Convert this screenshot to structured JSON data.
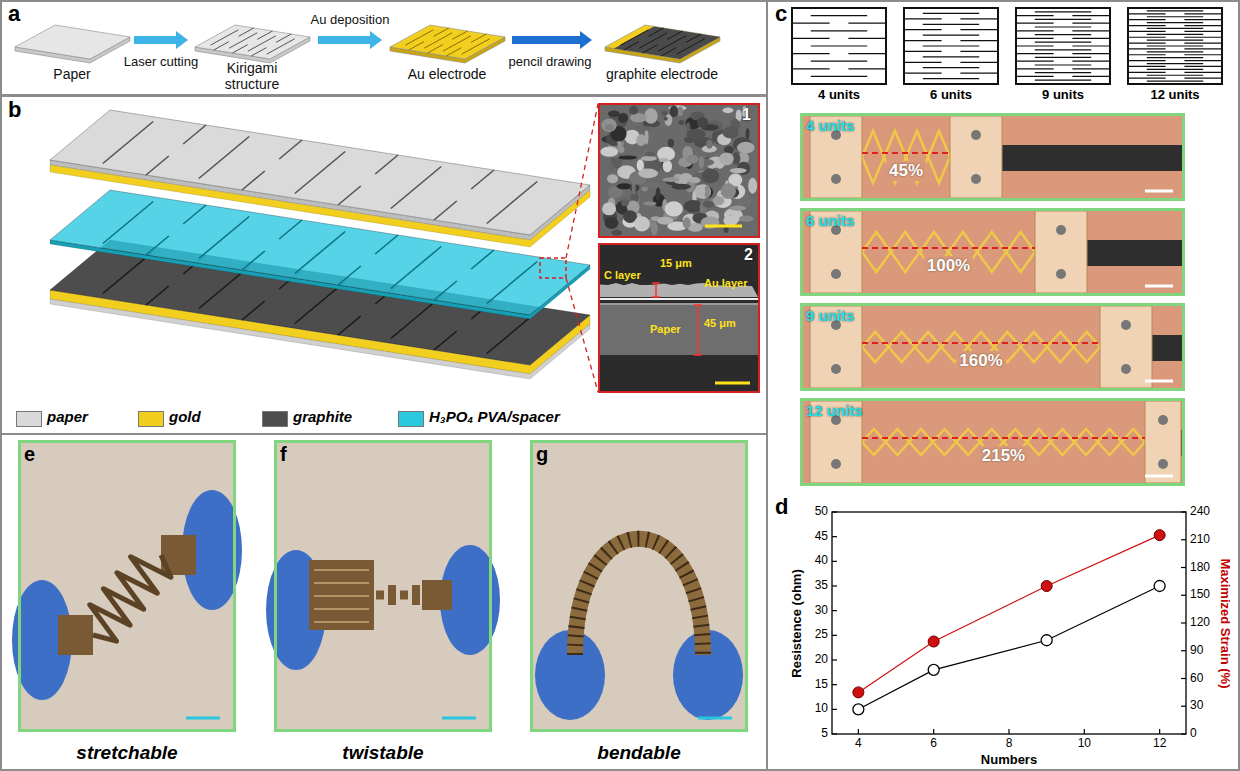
{
  "diagram": {
    "nodes": [
      {
        "text": [
          "a"
        ]
      },
      {
        "text": [
          "b"
        ]
      },
      {
        "text": [
          "1"
        ],
        "in": 1
      },
      {
        "text": [
          "2",
          "C layer",
          "15 μm",
          "Au layer",
          "Paper",
          "45 μm"
        ],
        "in": 1
      },
      {
        "text": [
          "c",
          "d"
        ]
      },
      {
        "text": [
          "4 units",
          "45%"
        ],
        "in": 4
      },
      {
        "text": [
          "6 units",
          "100%"
        ],
        "in": 4
      },
      {
        "text": [
          "9 units",
          "160%"
        ],
        "in": 4
      },
      {
        "text": [
          "12 units",
          "215%"
        ],
        "in": 4
      },
      {
        "text": [
          "e",
          "stretchable"
        ]
      },
      {
        "text": [
          "f",
          "twistable"
        ]
      },
      {
        "text": [
          "g",
          "bendable"
        ]
      }
    ],
    "labels": [
      "Paper",
      "Laser cutting",
      "Kirigami structure",
      "Au deposition",
      "Au electrode",
      "pencil drawing",
      "graphite electrode",
      "4 units",
      "6 units",
      "9 units",
      "12 units",
      "Resistence (ohm)",
      "Maximized Strain (%)",
      "Numbers",
      "5",
      "10",
      "15",
      "20",
      "25",
      "30",
      "35",
      "40",
      "45",
      "50",
      "0",
      "30",
      "60",
      "90",
      "120",
      "150",
      "180",
      "210",
      "240",
      "4",
      "6",
      "8",
      "10",
      "12"
    ],
    "legend": [
      {
        "text": "paper",
        "color": "#d9d9d9"
      },
      {
        "text": "gold",
        "color": "#f2cf1f"
      },
      {
        "text": "graphite",
        "color": "#4d4d4d"
      },
      {
        "text": "H₃PO₄ PVA/spacer",
        "color": "#2cc8e0"
      }
    ]
  }
}
